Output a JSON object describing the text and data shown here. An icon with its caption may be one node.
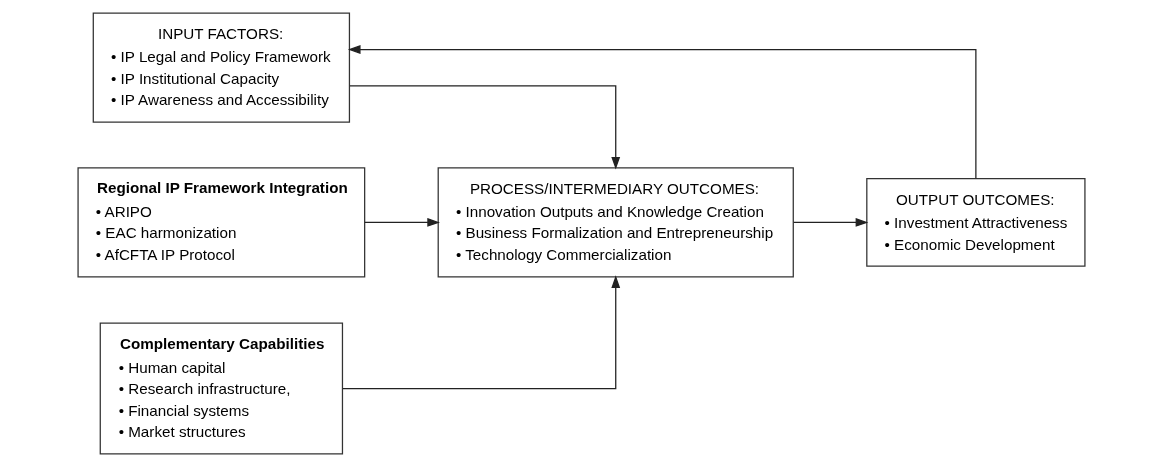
{
  "diagram": {
    "nodes": [
      {
        "text": [
          "INPUT FACTORS:",
          "• IP Legal and Policy Framework",
          "• IP Institutional Capacity",
          "• IP Awareness and Accessibility"
        ]
      },
      {
        "text": [
          "Regional IP Framework Integration",
          "• ARIPO",
          "• EAC harmonization",
          "• AfCFTA IP Protocol"
        ]
      },
      {
        "text": [
          "Complementary Capabilities",
          "• Human capital",
          "• Research infrastructure,",
          "• Financial systems",
          "• Market structures"
        ]
      },
      {
        "text": [
          "PROCESS/INTERMEDIARY OUTCOMES:",
          "• Innovation Outputs and Knowledge Creation",
          "• Business Formalization and Entrepreneurship",
          "• Technology Commercialization"
        ]
      },
      {
        "text": [
          "OUTPUT OUTCOMES:",
          "• Investment Attractiveness",
          "• Economic Development"
        ]
      }
    ],
    "edges": [
      {
        "from": 0,
        "to": 3,
        "arrow": "to"
      },
      {
        "from": 1,
        "to": 3,
        "arrow": "to"
      },
      {
        "from": 2,
        "to": 3,
        "arrow": "to"
      },
      {
        "from": 3,
        "to": 4,
        "arrow": "to"
      },
      {
        "from": 4,
        "to": 0,
        "arrow": "to"
      }
    ]
  }
}
